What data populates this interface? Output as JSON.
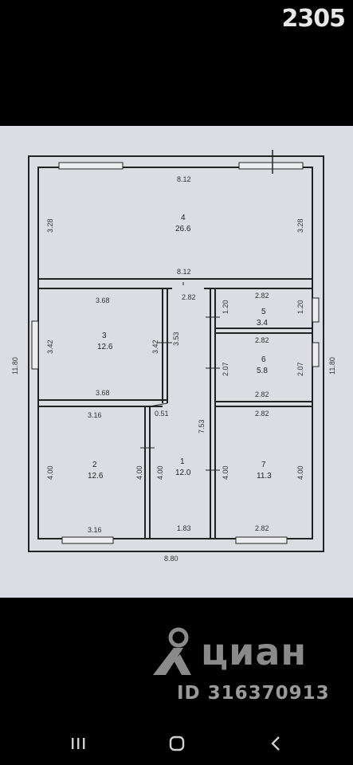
{
  "image_counter": "2305",
  "plan": {
    "overall": {
      "top_width": "8.12",
      "bottom_width": "8.80",
      "height_left": "11.80",
      "height_right": "11.80"
    },
    "rooms": [
      {
        "number": "4",
        "area": "26.6"
      },
      {
        "number": "3",
        "area": "12.6"
      },
      {
        "number": "2",
        "area": "12.6"
      },
      {
        "number": "1",
        "area": "12.0"
      },
      {
        "number": "5",
        "area": "3.4"
      },
      {
        "number": "6",
        "area": "5.8"
      },
      {
        "number": "7",
        "area": "11.3"
      }
    ],
    "dims": {
      "r4_bottom": "8.12",
      "r4_left": "3.28",
      "r4_right": "3.28",
      "r3_top": "3.68",
      "r3_bottom": "3.68",
      "r3_left": "3.42",
      "r3_right": "3.42",
      "r2_top": "3.16",
      "r2_bottom": "3.16",
      "r2_left": "4.00",
      "r2_right": "4.00",
      "corridor_w": "0.51",
      "corridor_len": "7.53",
      "corridor_side": "3.53",
      "hall_h": "4.00",
      "hall_bottom": "1.83",
      "hall_top": "2.82",
      "r5_top": "2.82",
      "r5_left": "1.20",
      "r5_right": "1.20",
      "r6_top": "2.82",
      "r6_bottom": "2.82",
      "r6_left": "2.07",
      "r6_right": "2.07",
      "r7_top": "2.82",
      "r7_bottom": "2.82",
      "r7_left": "4.00",
      "r7_right": "4.00"
    }
  },
  "watermark": {
    "brand": "циан",
    "listing_id": "ID 316370913"
  },
  "navbar": {
    "recents_icon": "recents-icon",
    "home_icon": "home-icon",
    "back_icon": "back-icon"
  }
}
